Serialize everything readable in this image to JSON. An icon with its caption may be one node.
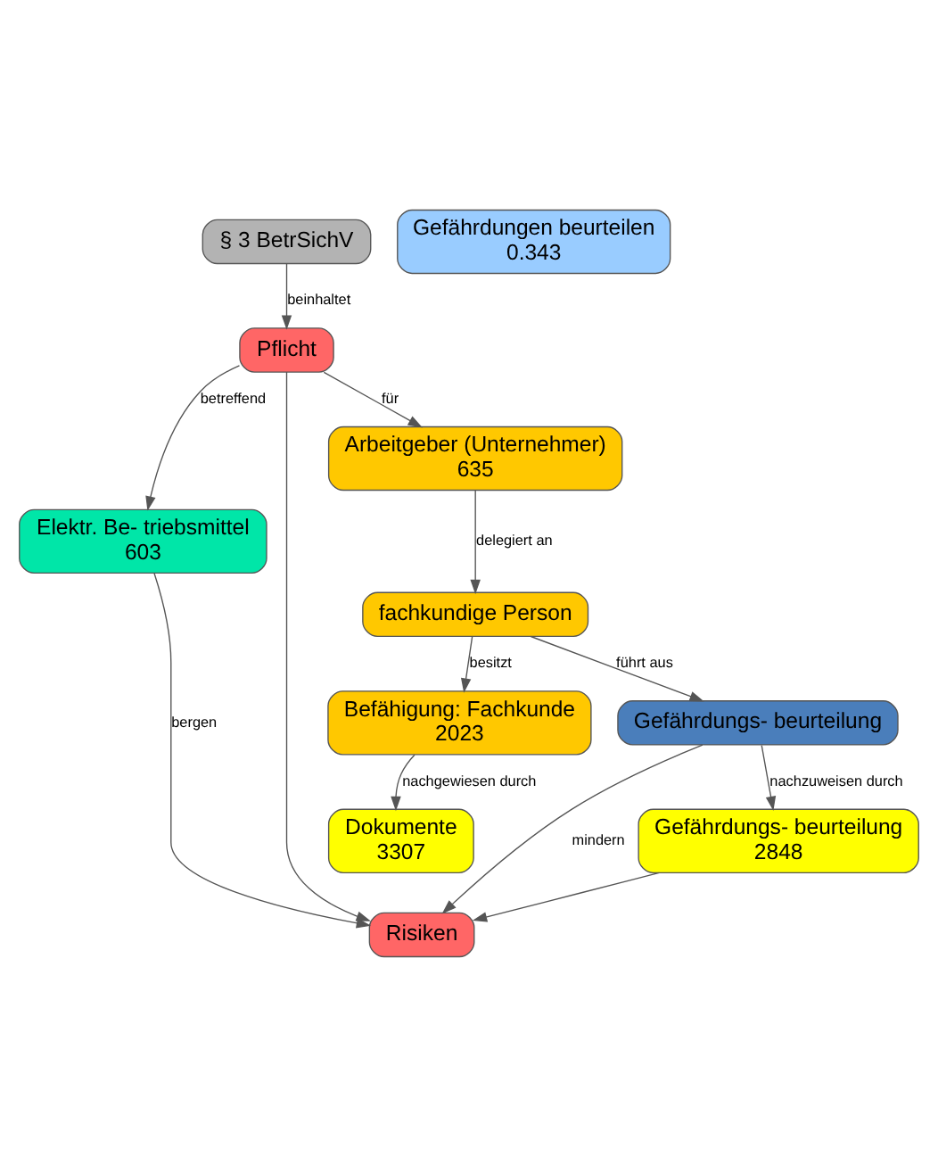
{
  "diagram": {
    "nodes": [
      {
        "text": [
          "§ 3 BetrSichV"
        ]
      },
      {
        "text": [
          "Pflicht"
        ]
      },
      {
        "text": [
          "Elektr. Be- triebsmittel",
          "603"
        ]
      },
      {
        "text": [
          "Gefährdungen beurteilen",
          "0.343"
        ]
      },
      {
        "text": [
          "Risiken"
        ]
      },
      {
        "text": [
          "Arbeitgeber (Unternehmer)",
          "635"
        ]
      },
      {
        "text": [
          "fachkundige Person"
        ]
      },
      {
        "text": [
          "Befähigung: Fachkunde",
          "2023"
        ]
      },
      {
        "text": [
          "Gefährdungs- beurteilung"
        ]
      },
      {
        "text": [
          "Dokumente",
          "3307"
        ]
      },
      {
        "text": [
          "Gefährdungs- beurteilung",
          "2848"
        ]
      }
    ],
    "edges": [
      {
        "from": 0,
        "to": 1,
        "arrow": "to",
        "label": "beinhaltet"
      },
      {
        "from": 1,
        "to": 2,
        "arrow": "to",
        "label": "betreffend"
      },
      {
        "from": 1,
        "to": 5,
        "arrow": "to",
        "label": "für"
      },
      {
        "from": 1,
        "to": 4,
        "arrow": "to"
      },
      {
        "from": 2,
        "to": 4,
        "arrow": "to",
        "label": "bergen"
      },
      {
        "from": 5,
        "to": 6,
        "arrow": "to",
        "label": "delegiert an"
      },
      {
        "from": 6,
        "to": 7,
        "arrow": "to",
        "label": "besitzt"
      },
      {
        "from": 6,
        "to": 8,
        "arrow": "to",
        "label": "führt aus"
      },
      {
        "from": 7,
        "to": 9,
        "arrow": "to",
        "label": "nachgewiesen durch"
      },
      {
        "from": 8,
        "to": 10,
        "arrow": "to",
        "label": "nachzuweisen durch"
      },
      {
        "from": 8,
        "to": 4,
        "arrow": "to",
        "label": "mindern"
      },
      {
        "from": 10,
        "to": 4,
        "arrow": "to"
      }
    ]
  }
}
